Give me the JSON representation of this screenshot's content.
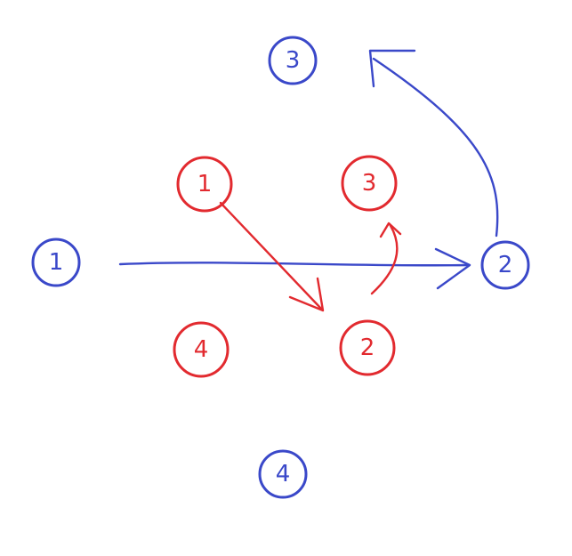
{
  "colors": {
    "blue": "#3a48c9",
    "red": "#e22a2f"
  },
  "nodes": {
    "blue_1": {
      "label": "1",
      "color": "blue"
    },
    "blue_2": {
      "label": "2",
      "color": "blue"
    },
    "blue_3": {
      "label": "3",
      "color": "blue"
    },
    "blue_4": {
      "label": "4",
      "color": "blue"
    },
    "red_1": {
      "label": "1",
      "color": "red"
    },
    "red_2": {
      "label": "2",
      "color": "red"
    },
    "red_3": {
      "label": "3",
      "color": "red"
    },
    "red_4": {
      "label": "4",
      "color": "red"
    }
  },
  "arrows": [
    {
      "from": "blue_1",
      "to": "blue_2",
      "color": "blue",
      "curved": false
    },
    {
      "from": "blue_2",
      "to": "blue_3",
      "color": "blue",
      "curved": true
    },
    {
      "from": "red_1",
      "to": "red_2",
      "color": "red",
      "curved": false
    },
    {
      "from": "red_2",
      "to": "red_3",
      "color": "red",
      "curved": true
    }
  ]
}
